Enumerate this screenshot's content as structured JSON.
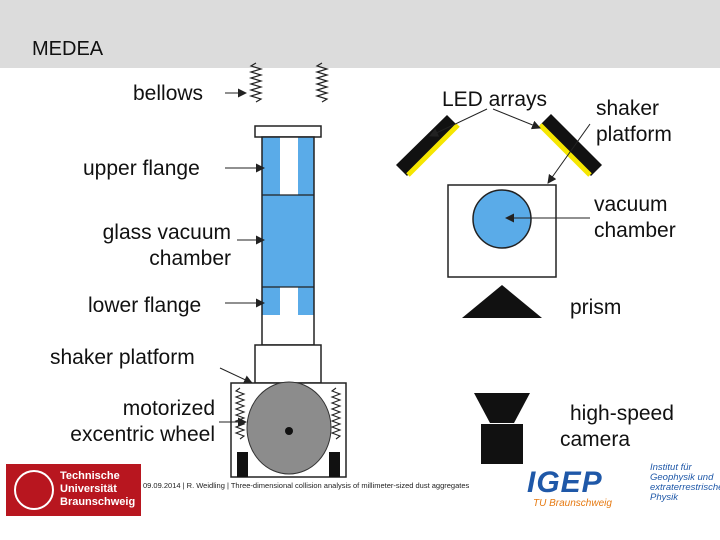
{
  "slide": {
    "title": "MEDEA",
    "footer": "09.09.2014 | R. Weidling | Three-dimensional collision analysis of millimeter-sized dust aggregates"
  },
  "labels": {
    "bellows": "bellows",
    "upper_flange": "upper flange",
    "glass_vacuum_chamber": [
      "glass vacuum",
      "chamber"
    ],
    "lower_flange": "lower flange",
    "shaker_platform_left": "shaker platform",
    "motorized_wheel": [
      "motorized",
      "excentric wheel"
    ],
    "led_arrays": "LED arrays",
    "shaker_platform_right": [
      "shaker",
      "platform"
    ],
    "vacuum_chamber": [
      "vacuum",
      "chamber"
    ],
    "prism": "prism",
    "high_speed_camera": [
      "high-speed",
      "camera"
    ]
  },
  "logos": {
    "tu_lines": [
      "Technische",
      "Universität",
      "Braunschweig"
    ],
    "igep": "IGEP",
    "igep_sub": "TU Braunschweig",
    "institut_lines": [
      "Institut für",
      "Geophysik und",
      "extraterrestrische",
      "Physik"
    ]
  },
  "colors": {
    "glass": "#5aabe8",
    "led_yellow": "#f5e600",
    "wheel": "#8c8c8c",
    "tu_red": "#b8161f",
    "igep_blue": "#1f58a8",
    "igep_orange": "#e67a12"
  }
}
